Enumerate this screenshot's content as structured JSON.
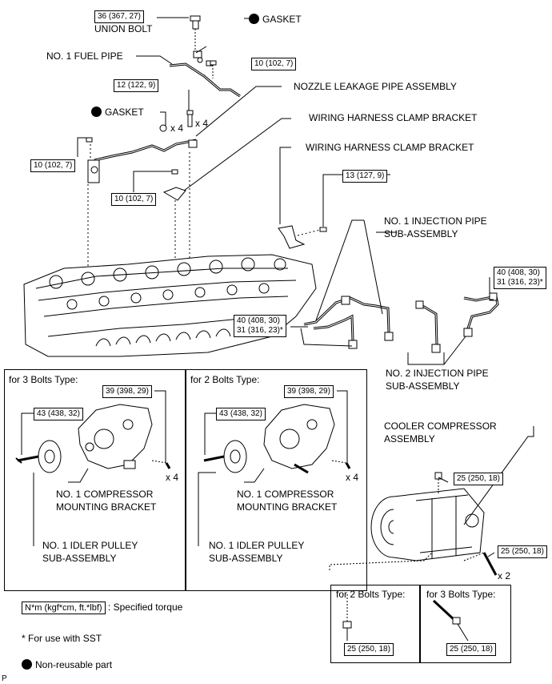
{
  "torque": {
    "union_bolt": "36 (367, 27)",
    "fuel_pipe_bolt": "10 (102, 7)",
    "nozzle_bolt": "12 (122, 9)",
    "leak_bolt_left": "10 (102, 7)",
    "clamp_bolt": "10 (102, 7)",
    "wh_bracket_bolt": "13 (127, 9)",
    "inj_left_a": "40 (408, 30)",
    "inj_left_b": "31 (316, 23)*",
    "inj_right_a": "40 (408, 30)",
    "inj_right_b": "31 (316, 23)*",
    "p3_idler": "43 (438, 32)",
    "p3_bracket": "39 (398, 29)",
    "p2_idler": "43 (438, 32)",
    "p2_bracket": "39 (398, 29)",
    "comp_top": "25 (250, 18)",
    "comp_side": "25 (250, 18)",
    "comp_b2": "25 (250, 18)",
    "comp_b3": "25 (250, 18)"
  },
  "labels": {
    "union_bolt": "UNION BOLT",
    "gasket_top": "GASKET",
    "no1_fuel_pipe": "NO. 1 FUEL PIPE",
    "nozzle_leak": "NOZZLE LEAKAGE PIPE ASSEMBLY",
    "gasket_mid": "GASKET",
    "wh_clamp_1": "WIRING HARNESS CLAMP BRACKET",
    "wh_clamp_2": "WIRING HARNESS CLAMP BRACKET",
    "no1_inj_1": "NO. 1 INJECTION PIPE",
    "no1_inj_2": "SUB-ASSEMBLY",
    "no2_inj_1": "NO. 2 INJECTION PIPE",
    "no2_inj_2": "SUB-ASSEMBLY",
    "cooler_1": "COOLER COMPRESSOR",
    "cooler_2": "ASSEMBLY",
    "p3_title": "for 3 Bolts Type:",
    "p2_title": "for 2 Bolts Type:",
    "bracket_1": "NO. 1 COMPRESSOR",
    "bracket_2": "MOUNTING BRACKET",
    "idler_1": "NO. 1 IDLER PULLEY",
    "idler_2": "SUB-ASSEMBLY",
    "sub2_title": "for 2 Bolts Type:",
    "sub3_title": "for 3 Bolts Type:",
    "x4_gasket": "x 4",
    "x4_bolt": "x 4",
    "x4_p3": "x 4",
    "x4_p2": "x 4",
    "x2_comp": "x 2"
  },
  "legend": {
    "torque_unit": "N*m (kgf*cm, ft.*lbf)",
    "torque_desc": ": Specified torque",
    "sst_note": "* For use with SST",
    "nonreusable": "Non-reusable part"
  },
  "corner_mark": "P"
}
